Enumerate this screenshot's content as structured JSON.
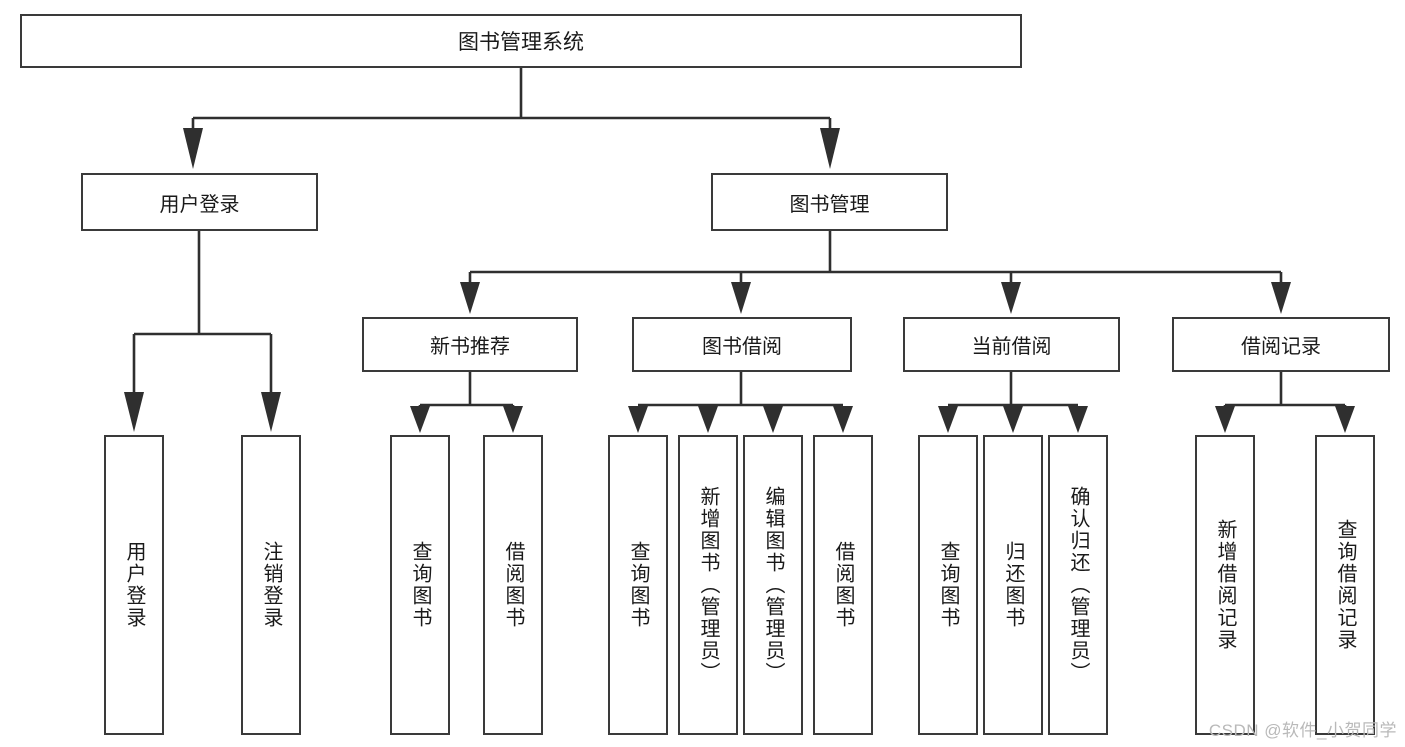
{
  "diagram": {
    "title": "图书管理系统",
    "watermark": "CSDN @软件_小贺同学",
    "accent_color": "#3a3a3a",
    "background_color": "#ffffff",
    "root": {
      "label": "图书管理系统"
    },
    "level2": [
      {
        "label": "用户登录"
      },
      {
        "label": "图书管理"
      }
    ],
    "level3": [
      {
        "label": "新书推荐"
      },
      {
        "label": "图书借阅"
      },
      {
        "label": "当前借阅"
      },
      {
        "label": "借阅记录"
      }
    ],
    "leaves": {
      "user_login": [
        {
          "label": "用户登录"
        },
        {
          "label": "注销登录"
        }
      ],
      "new_book_recommend": [
        {
          "label": "查询图书"
        },
        {
          "label": "借阅图书"
        }
      ],
      "book_borrow": [
        {
          "label": "查询图书"
        },
        {
          "label": "新增图书（管理员）"
        },
        {
          "label": "编辑图书（管理员）"
        },
        {
          "label": "借阅图书"
        }
      ],
      "current_borrow": [
        {
          "label": "查询图书"
        },
        {
          "label": "归还图书"
        },
        {
          "label": "确认归还（管理员）"
        }
      ],
      "borrow_record": [
        {
          "label": "新增借阅记录"
        },
        {
          "label": "查询借阅记录"
        }
      ]
    }
  }
}
